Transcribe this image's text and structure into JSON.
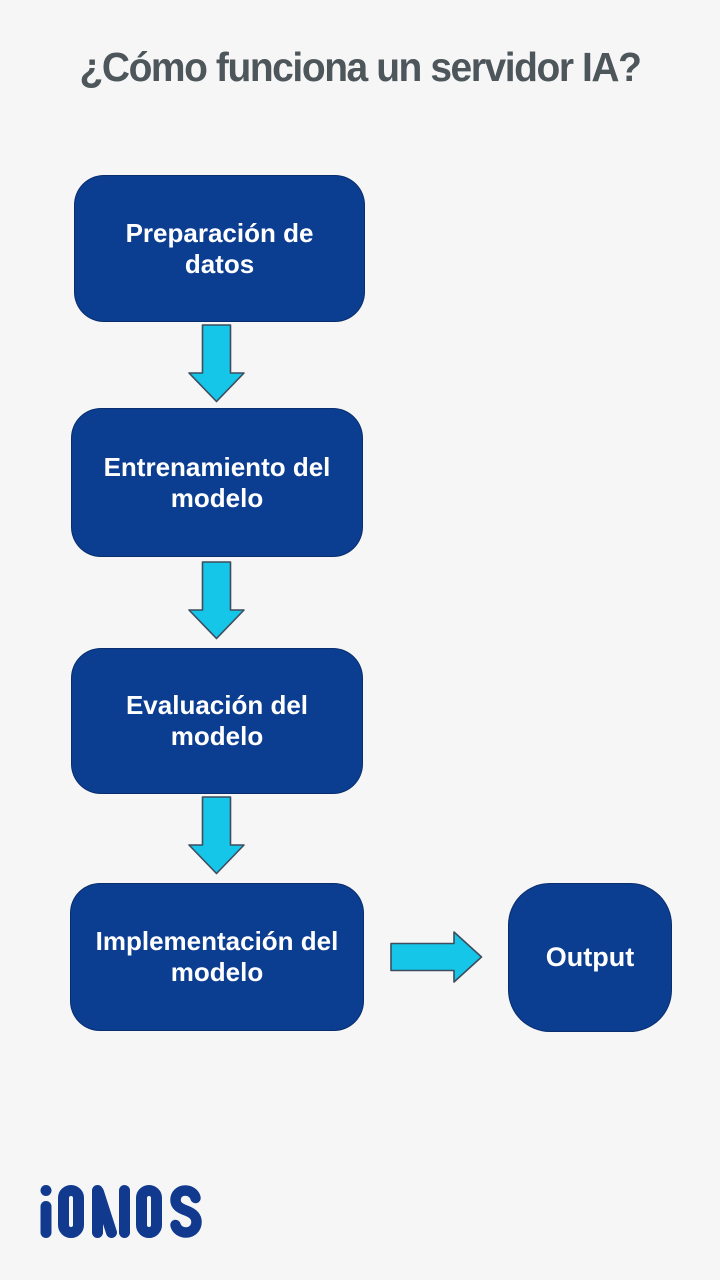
{
  "title": "¿Cómo funciona un servidor IA?",
  "flow": {
    "steps": [
      {
        "label": "Preparación de datos"
      },
      {
        "label": "Entrenamiento del modelo"
      },
      {
        "label": "Evaluación del modelo"
      },
      {
        "label": "Implementación del modelo"
      }
    ],
    "output": {
      "label": "Output"
    },
    "connectors": [
      "down-arrow",
      "down-arrow",
      "down-arrow",
      "right-arrow"
    ]
  },
  "branding": {
    "logo_text": "IONOS"
  },
  "colors": {
    "background": "#f6f6f7",
    "title_text": "#4d565b",
    "box_fill": "#0b3d91",
    "box_text": "#ffffff",
    "arrow_fill": "#15c6e8",
    "arrow_border": "#3e4c5e",
    "logo": "#11398e"
  }
}
